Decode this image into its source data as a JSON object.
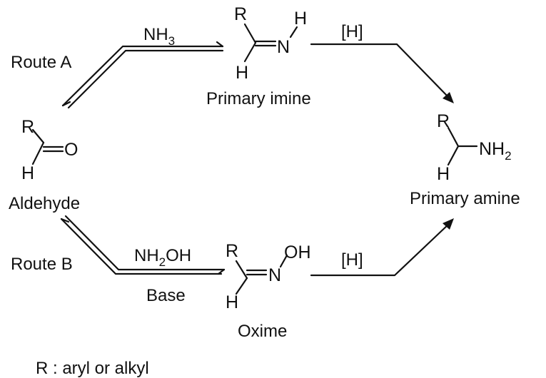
{
  "labels": {
    "route_a": "Route A",
    "route_b": "Route B",
    "aldehyde": "Aldehyde",
    "primary_imine": "Primary imine",
    "primary_amine": "Primary amine",
    "oxime": "Oxime",
    "legend": "R : aryl or alkyl"
  },
  "reagents": {
    "route_a_reagent": "NH",
    "route_a_reagent_sub": "3",
    "route_b_reagent_1": "NH",
    "route_b_reagent_1_sub": "2",
    "route_b_reagent_1_tail": "OH",
    "route_b_reagent_2": "Base",
    "reduction_top": "[H]",
    "reduction_bottom": "[H]"
  },
  "atoms": {
    "r": "R",
    "h": "H",
    "o": "O",
    "n": "N",
    "nh": "NH",
    "nh_sub": "2",
    "oh": "OH"
  },
  "colors": {
    "ink": "#111111",
    "background": "#ffffff"
  }
}
